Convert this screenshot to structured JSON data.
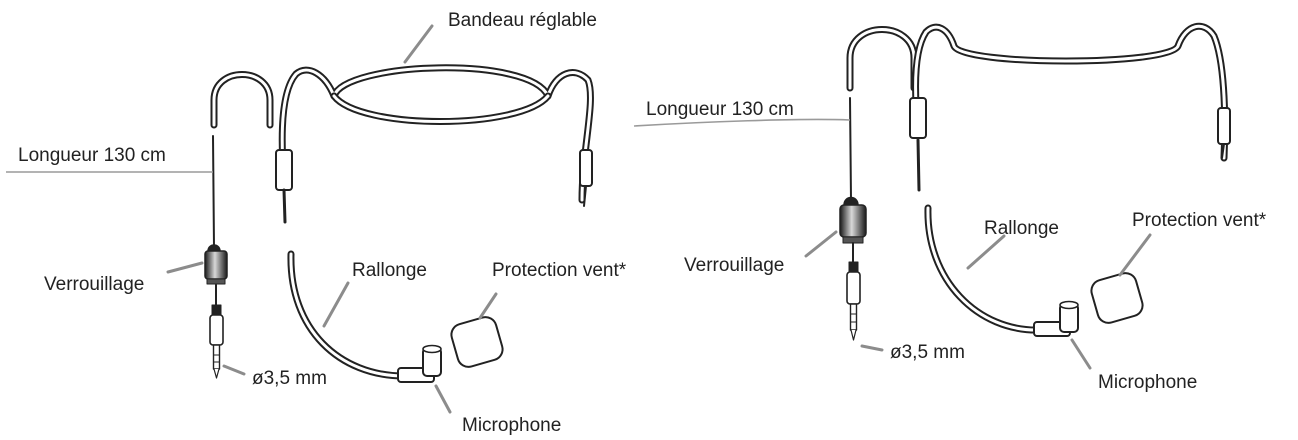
{
  "left_headset": {
    "labels": {
      "headband": "Bandeau réglable",
      "length": "Longueur 130 cm",
      "lock": "Verrouillage",
      "extension": "Rallonge",
      "windscreen": "Protection vent*",
      "plug": "ø3,5 mm",
      "microphone": "Microphone"
    }
  },
  "right_headset": {
    "labels": {
      "length": "Longueur 130 cm",
      "lock": "Verrouillage",
      "extension": "Rallonge",
      "windscreen": "Protection vent*",
      "plug": "ø3,5 mm",
      "microphone": "Microphone"
    }
  },
  "colors": {
    "line": "#222222",
    "leader": "#8c8c8c",
    "background": "#ffffff"
  }
}
